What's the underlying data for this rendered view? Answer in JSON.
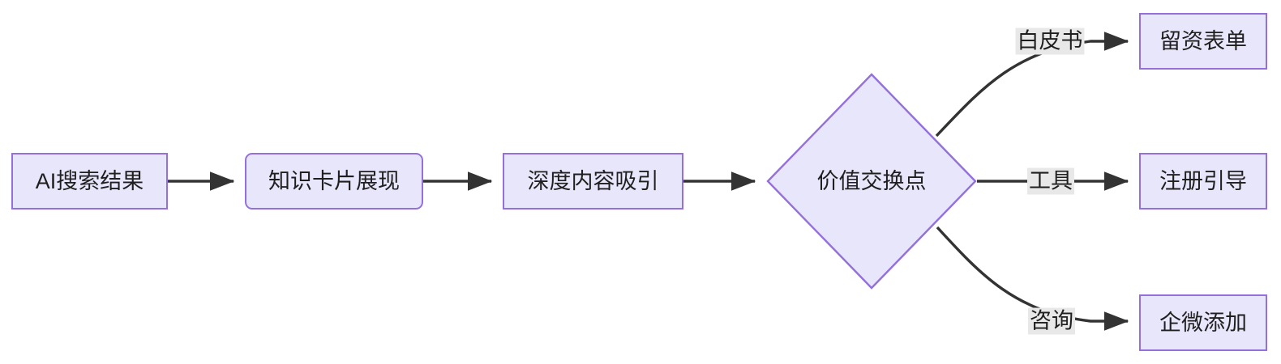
{
  "diagram": {
    "type": "flowchart",
    "direction": "left-to-right",
    "title": "",
    "colors": {
      "node_fill": "#e8e6fa",
      "node_border": "#9370db",
      "edge_stroke": "#333333",
      "edge_label_bg": "#e8e8e8",
      "text": "#1f1f1f",
      "background": "#ffffff"
    },
    "nodes": [
      {
        "id": "n1",
        "label": "AI搜索结果",
        "shape": "rect"
      },
      {
        "id": "n2",
        "label": "知识卡片展现",
        "shape": "rounded-rect"
      },
      {
        "id": "n3",
        "label": "深度内容吸引",
        "shape": "rect"
      },
      {
        "id": "n4",
        "label": "价值交换点",
        "shape": "diamond"
      },
      {
        "id": "n5",
        "label": "留资表单",
        "shape": "rect"
      },
      {
        "id": "n6",
        "label": "注册引导",
        "shape": "rect"
      },
      {
        "id": "n7",
        "label": "企微添加",
        "shape": "rect"
      }
    ],
    "edges": [
      {
        "from": "n1",
        "to": "n2",
        "label": ""
      },
      {
        "from": "n2",
        "to": "n3",
        "label": ""
      },
      {
        "from": "n3",
        "to": "n4",
        "label": ""
      },
      {
        "from": "n4",
        "to": "n5",
        "label": "白皮书"
      },
      {
        "from": "n4",
        "to": "n6",
        "label": "工具"
      },
      {
        "from": "n4",
        "to": "n7",
        "label": "咨询"
      }
    ]
  }
}
